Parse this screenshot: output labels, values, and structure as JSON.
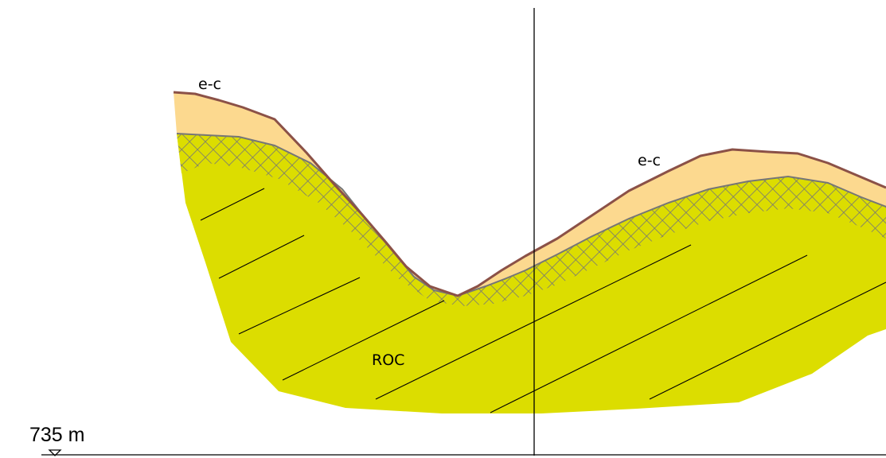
{
  "labels": {
    "cover_left": "e-c",
    "cover_right": "e-c",
    "rock": "ROC",
    "elevation": "735 m"
  },
  "colors": {
    "cover_fill": "#fcd98f",
    "rock_fill": "#dcdd00",
    "weathered_hatch": "#767676",
    "ground_line": "#8b5147",
    "ink": "#000000"
  }
}
